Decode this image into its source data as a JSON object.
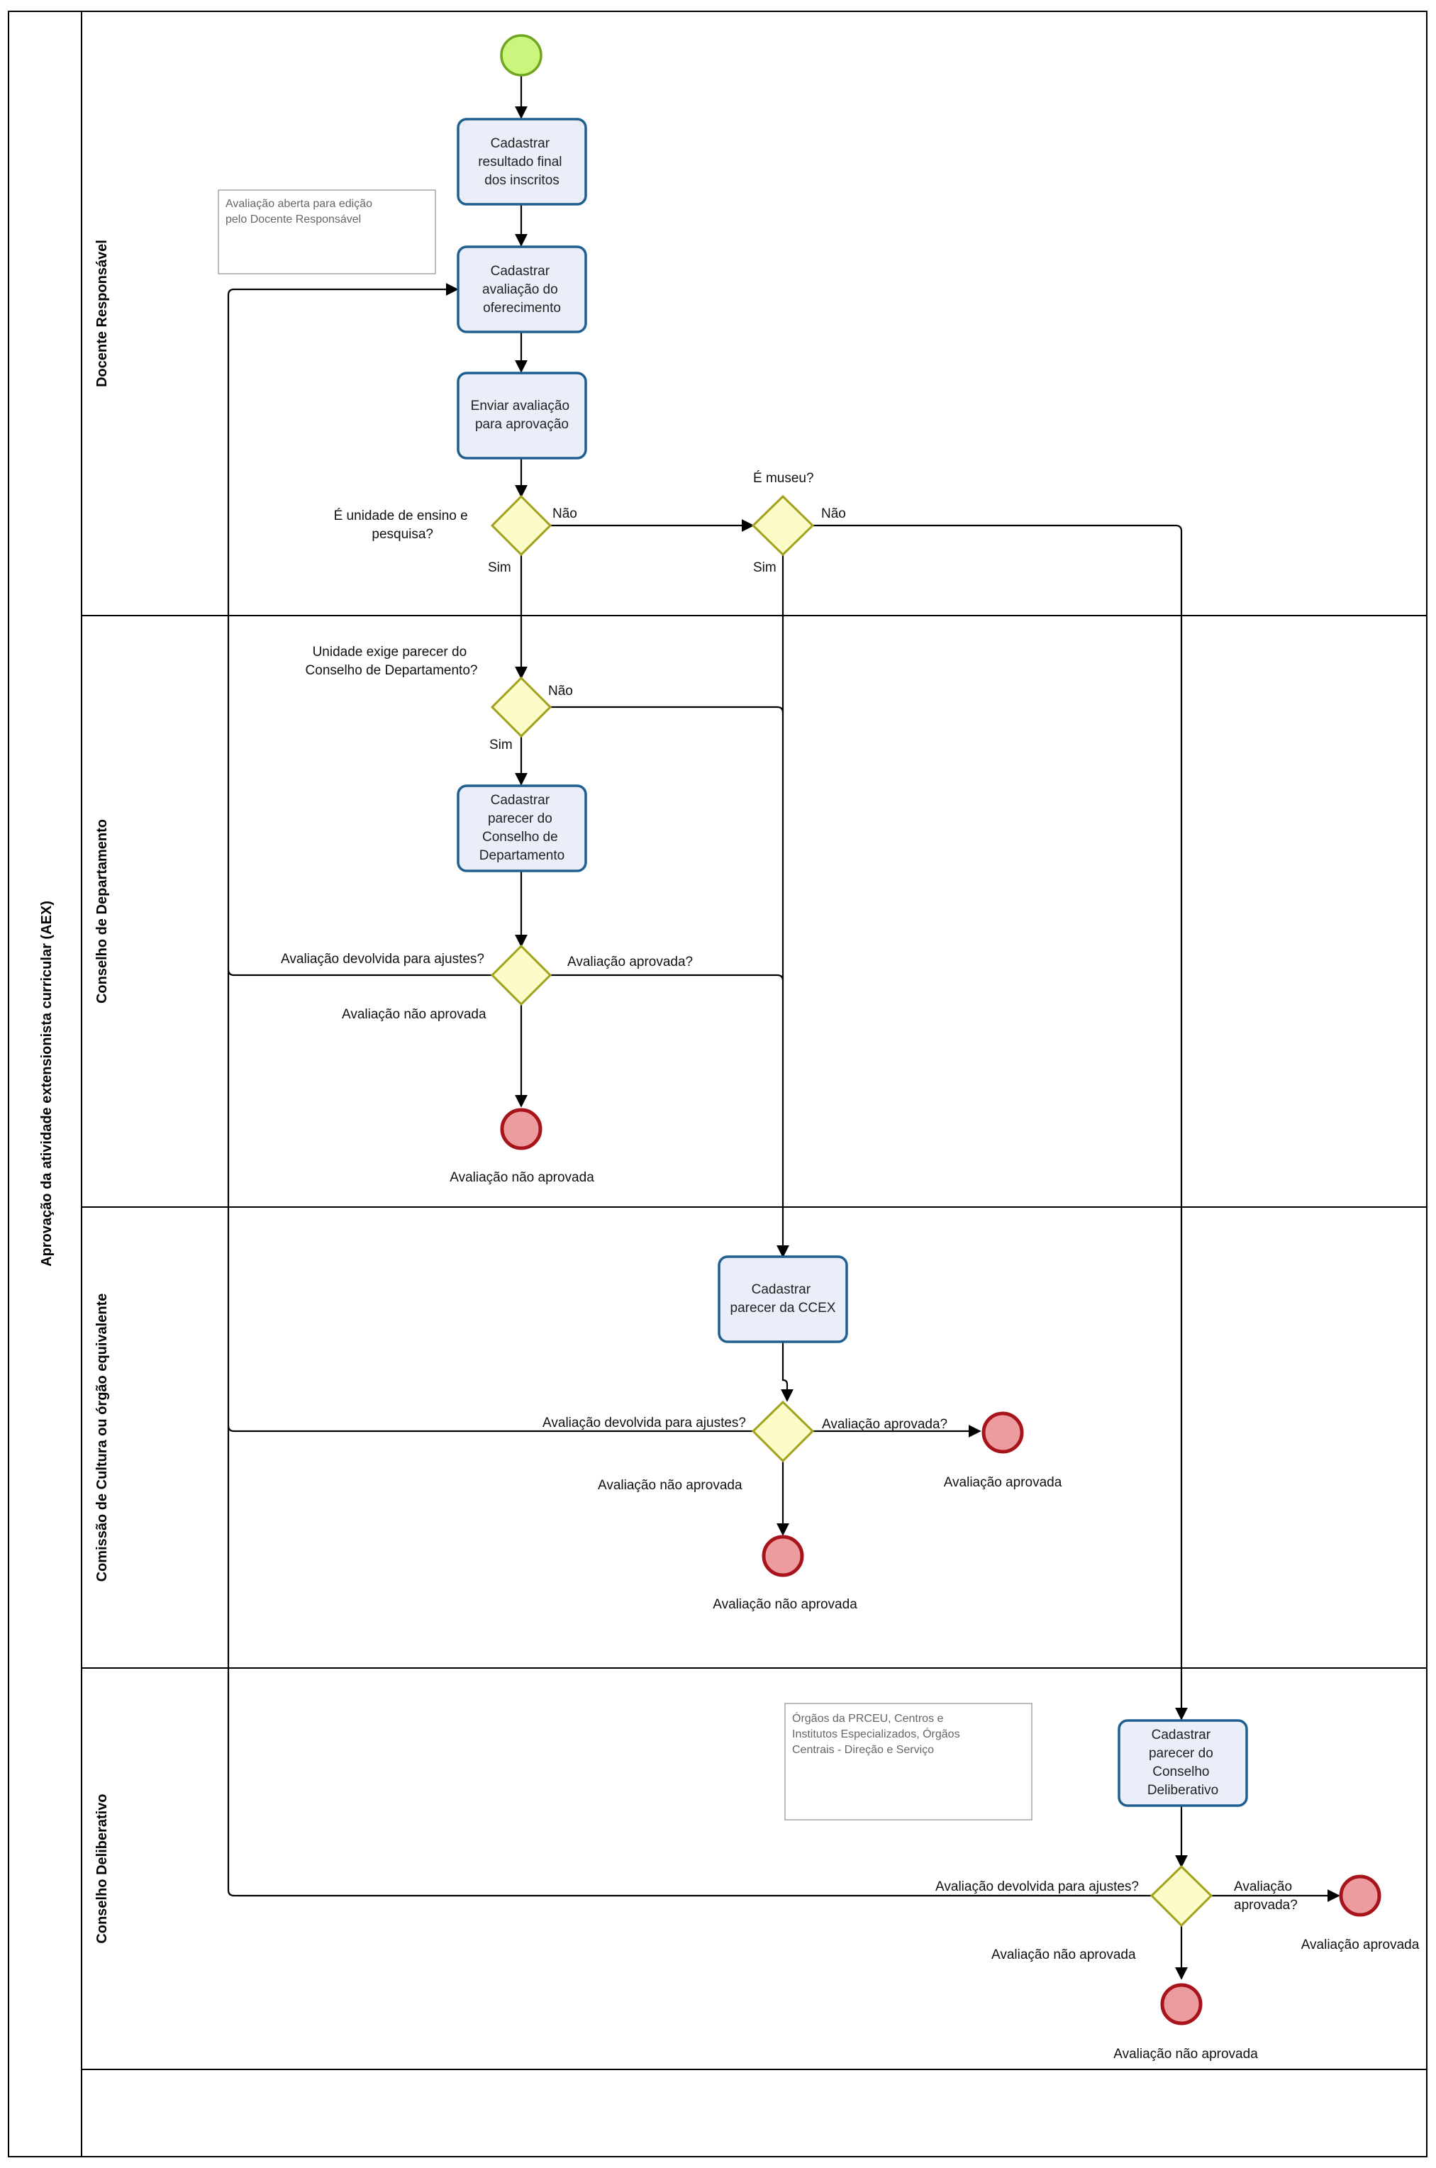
{
  "pool": {
    "title": "Aprovação da atividade extensionista curricular (AEX)"
  },
  "lanes": [
    {
      "id": "docente",
      "label": "Docente Responsável"
    },
    {
      "id": "departamento",
      "label": "Conselho de Departamento"
    },
    {
      "id": "cultura",
      "label": "Comissão de Cultura ou órgão equivalente"
    },
    {
      "id": "deliberativo",
      "label": "Conselho Deliberativo"
    }
  ],
  "tasks": {
    "resultado": [
      "Cadastrar",
      "resultado final",
      "dos inscritos"
    ],
    "avaliacao": [
      "Cadastrar",
      "avaliação do",
      "oferecimento"
    ],
    "enviar": [
      "Enviar avaliação",
      "para aprovação"
    ],
    "parecer_dep": [
      "Cadastrar",
      "parecer do",
      "Conselho de",
      "Departamento"
    ],
    "parecer_ccex": [
      "Cadastrar",
      "parecer da CCEX"
    ],
    "parecer_delib": [
      "Cadastrar",
      "parecer do",
      "Conselho",
      "Deliberativo"
    ]
  },
  "notes": {
    "docente": [
      "Avaliação aberta para edição",
      "pelo Docente Responsável"
    ],
    "deliberativo": [
      "Órgãos da PRCEU, Centros e",
      "Institutos Especializados, Órgãos",
      "Centrais - Direção e Serviço"
    ]
  },
  "gateways": {
    "unidade": [
      "É unidade de ensino e",
      "pesquisa?"
    ],
    "museu": "É museu?",
    "exige": [
      "Unidade exige parecer do",
      "Conselho de Departamento?"
    ]
  },
  "flow_labels": {
    "sim": "Sim",
    "nao": "Não",
    "devolvida": "Avaliação devolvida para ajustes?",
    "aprovada_q": "Avaliação aprovada?",
    "aprovada_q_split": [
      "Avaliação",
      "aprovada?"
    ],
    "nao_aprovada": "Avaliação não aprovada",
    "aprovada": "Avaliação aprovada"
  }
}
